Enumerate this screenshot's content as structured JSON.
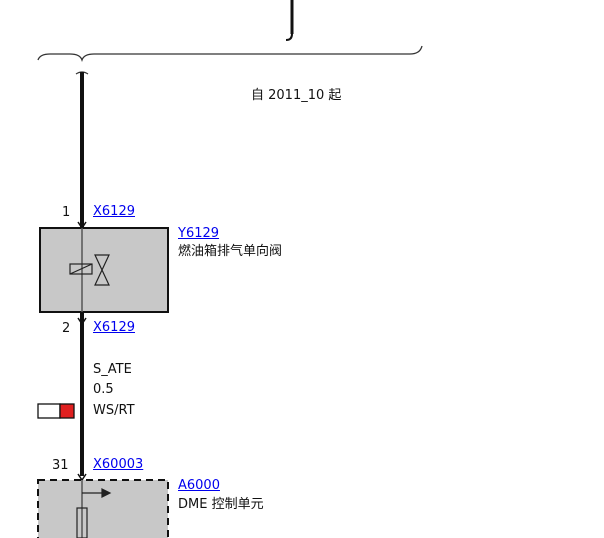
{
  "note": "自 2011_10 起",
  "connectors": {
    "top": {
      "pin": "1",
      "id": "X6129"
    },
    "mid": {
      "pin": "2",
      "id": "X6129"
    },
    "bottom": {
      "pin": "31",
      "id": "X60003"
    }
  },
  "components": {
    "valve": {
      "id": "Y6129",
      "name": "燃油箱排气单向阀"
    },
    "dme": {
      "id": "A6000",
      "name": "DME 控制单元"
    }
  },
  "wire": {
    "signal": "S_ATE",
    "gauge": "0.5",
    "color_code": "WS/RT",
    "color_swatch": {
      "primary": "#ffffff",
      "stripe": "#e02020"
    }
  },
  "colors": {
    "wire": "#111111",
    "component_fill": "#c8c8c8",
    "link": "#0000ee"
  }
}
